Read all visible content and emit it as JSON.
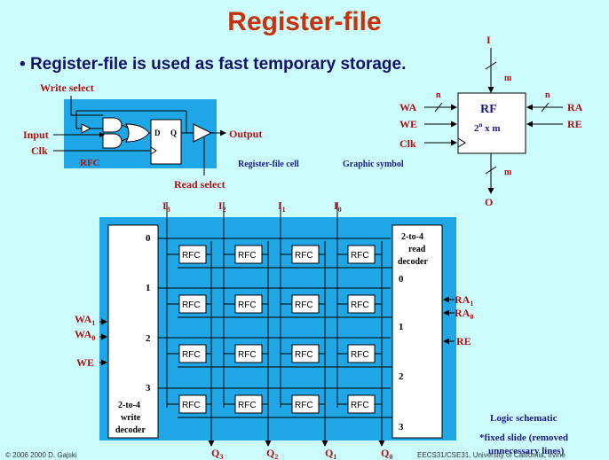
{
  "title": "Register-file",
  "bullet": "Register-file is used as fast temporary storage.",
  "cell": {
    "write_select": "Write select",
    "input": "Input",
    "clk": "Clk",
    "rfc": "RFC",
    "d": "D",
    "q": "Q",
    "output": "Output",
    "read_select": "Read select",
    "caption": "Register-file cell"
  },
  "symbol": {
    "i": "I",
    "m_top": "m",
    "n_left": "n",
    "n_right": "n",
    "wa": "WA",
    "we": "WE",
    "clk": "Clk",
    "ra": "RA",
    "re": "RE",
    "rf": "RF",
    "size": "2",
    "size_sup": "n",
    "size_rest": " x m",
    "m_bottom": "m",
    "o": "O",
    "caption": "Graphic symbol"
  },
  "schematic": {
    "inputs": [
      "I3",
      "I2",
      "I1",
      "I0"
    ],
    "outputs": [
      "Q3",
      "Q2",
      "Q1",
      "Q0"
    ],
    "write_decoder": [
      "2-to-4",
      "write",
      "decoder"
    ],
    "read_decoder": [
      "2-to-4",
      "read",
      "decoder"
    ],
    "write_rows": [
      "0",
      "1",
      "2",
      "3"
    ],
    "read_rows": [
      "0",
      "1",
      "2",
      "3"
    ],
    "wa1": "WA1",
    "wa0": "WA0",
    "we": "WE",
    "ra1": "RA1",
    "ra0": "RA0",
    "re": "RE",
    "cell_label": "RFC",
    "caption": "Logic schematic"
  },
  "note": "*fixed slide (removed unnecessary lines)",
  "footer_left": "© 2006 2000 D. Gajski",
  "footer_right": "EECS31/CSE31, University of California, Irvine"
}
